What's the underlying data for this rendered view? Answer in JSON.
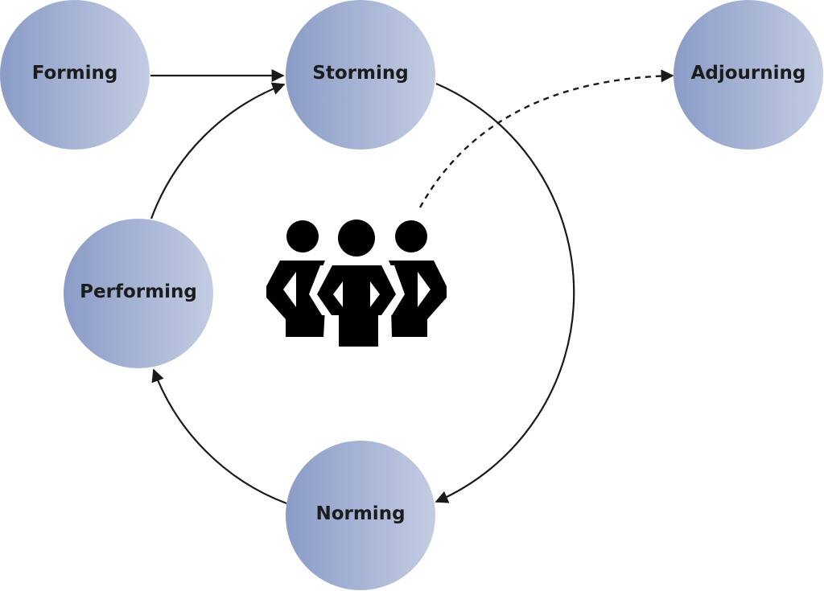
{
  "diagram": {
    "type": "team-development-stages",
    "stages": {
      "forming": "Forming",
      "storming": "Storming",
      "norming": "Norming",
      "performing": "Performing",
      "adjourning": "Adjourning"
    },
    "center_icon": "team-group-icon",
    "colors": {
      "node_gradient_start": "#8a9cc7",
      "node_gradient_end": "#c3cce2",
      "line": "#1a1a1a",
      "text": "#1c1c1c",
      "background": "#ffffff"
    },
    "connections": [
      {
        "from": "Forming",
        "to": "Storming",
        "style": "solid"
      },
      {
        "from": "Storming",
        "to": "Norming",
        "style": "solid"
      },
      {
        "from": "Norming",
        "to": "Performing",
        "style": "solid"
      },
      {
        "from": "Performing",
        "to": "Storming",
        "style": "solid"
      },
      {
        "from": "team-group-icon",
        "to": "Adjourning",
        "style": "dashed"
      }
    ]
  }
}
